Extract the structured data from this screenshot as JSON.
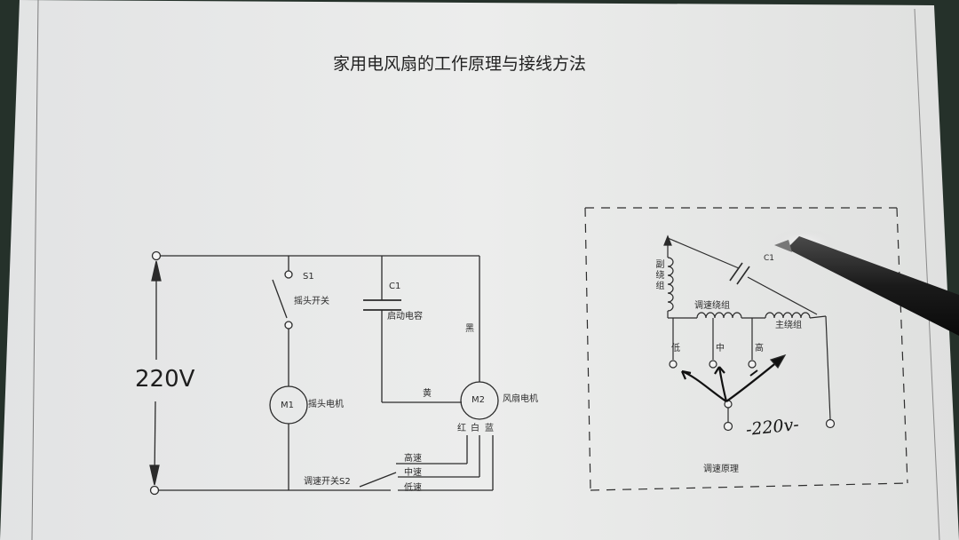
{
  "title": "家用电风扇的工作原理与接线方法",
  "left_circuit": {
    "voltage": "220V",
    "s1_label": "S1",
    "s1_name": "摇头开关",
    "c1_label": "C1",
    "c1_name": "启动电容",
    "m1_label": "M1",
    "m1_name": "摇头电机",
    "m2_label": "M2",
    "m2_name": "风扇电机",
    "wire_black": "黑",
    "wire_yellow": "黄",
    "wire_red": "红",
    "wire_white": "白",
    "wire_blue": "蓝",
    "speed_high": "高速",
    "speed_mid": "中速",
    "speed_low": "低速",
    "s2_name": "调速开关S2"
  },
  "right_diagram": {
    "aux_winding": "副绕组",
    "c1_label": "C1",
    "speed_winding": "调速绕组",
    "main_winding": "主绕组",
    "tap_low": "低",
    "tap_mid": "中",
    "tap_high": "高",
    "handwritten_voltage": "-220v-",
    "caption": "调速原理"
  },
  "colors": {
    "paper": "#e9eaea",
    "ink": "#2b2b2b",
    "background": "#25312a"
  }
}
